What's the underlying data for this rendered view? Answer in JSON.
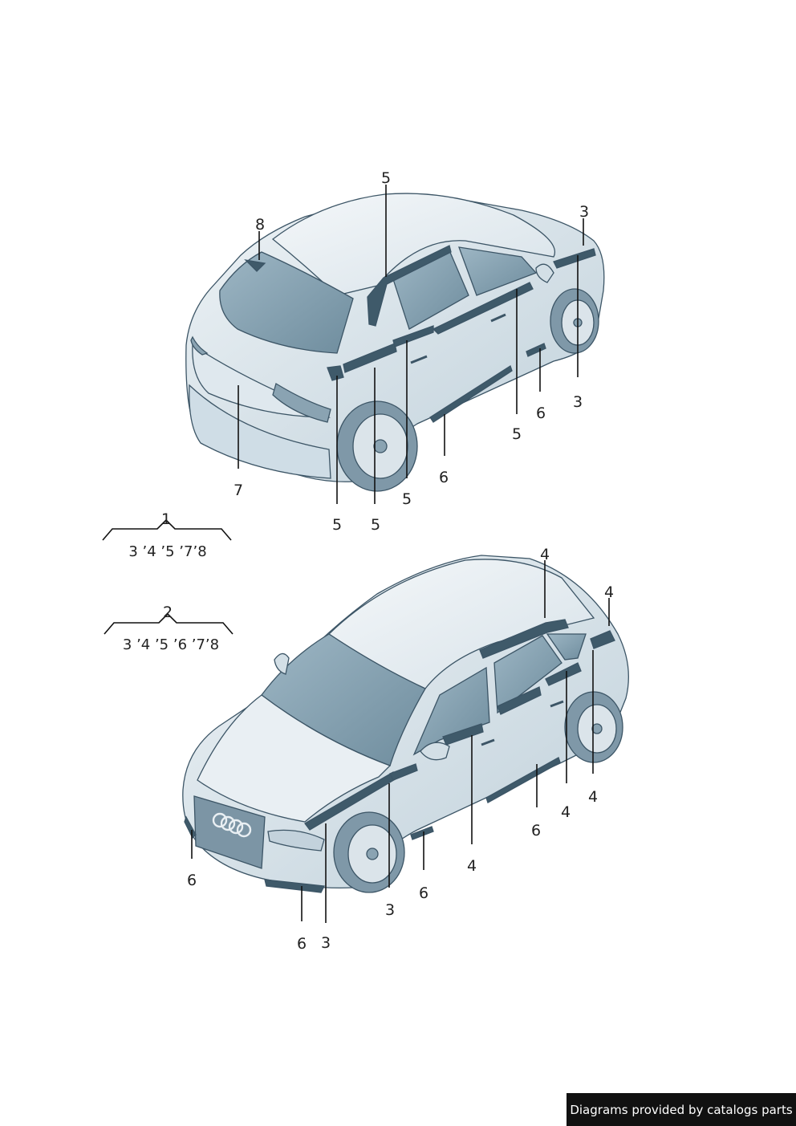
{
  "callouts": {
    "top": [
      "5",
      "8",
      "3",
      "3",
      "6",
      "5",
      "7",
      "6",
      "5",
      "5",
      "5"
    ],
    "bottom": [
      "4",
      "4",
      "4",
      "4",
      "4",
      "6",
      "6",
      "6",
      "6",
      "3",
      "3"
    ]
  },
  "groups": [
    {
      "number": "1",
      "members": "3 ’4 ’5 ’7’8"
    },
    {
      "number": "2",
      "members": "3 ’4 ’5 ’6 ’7’8"
    }
  ],
  "footer": {
    "text": "Diagrams provided by catalogs parts"
  }
}
